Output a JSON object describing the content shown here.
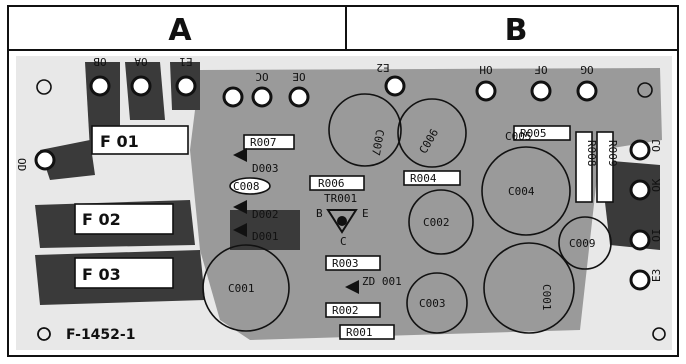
{
  "header": {
    "col_a": "A",
    "col_b": "B"
  },
  "board_label": "F-1452-1",
  "terminals_top": [
    "OB",
    "OA",
    "E1",
    "OC",
    "OE",
    "E2",
    "OH",
    "OF",
    "OG"
  ],
  "terminals_side": [
    "OD",
    "OJ",
    "OK",
    "OI",
    "E3"
  ],
  "fuses": [
    "F 01",
    "F 02",
    "F 03"
  ],
  "resistors": [
    "R007",
    "R006",
    "R004",
    "R005",
    "R003",
    "R002",
    "R001",
    "R008",
    "R009"
  ],
  "diodes": [
    "D003",
    "D002",
    "D001",
    "ZD 001"
  ],
  "capacitors": [
    "C007",
    "C008",
    "C006",
    "C005",
    "C004",
    "C002",
    "C003",
    "C009",
    "C001",
    "C001"
  ],
  "transistor": {
    "label": "TR001",
    "pins": [
      "B",
      "E",
      "C"
    ]
  },
  "colors": {
    "ink": "#111111",
    "trace": "#9a9a9a",
    "copper": "#3a3a3a"
  }
}
